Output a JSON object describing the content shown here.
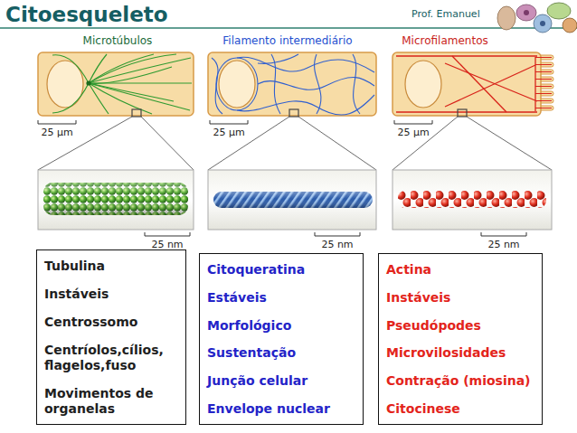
{
  "diagram": {
    "title": "Citoesqueleto",
    "nodes": [
      {
        "text": [
          "Tubulina",
          "Instáveis",
          "Centrossomo",
          "Centríolos,cílios, flagelos,fuso",
          "Movimentos de organelas"
        ]
      },
      {
        "text": [
          "Citoqueratina",
          "Estáveis",
          "Morfológico",
          "Sustentação",
          "Junção celular",
          "Envelope nuclear"
        ]
      },
      {
        "text": [
          "Actina",
          "Instáveis",
          "Pseudópodes",
          "Microvilosidades",
          "Contração (miosina)",
          "Citocinese"
        ]
      }
    ],
    "labels": [
      "Prof. Emanuel",
      "Microtúbulos",
      "Filamento intermediário",
      "Microfilamentos",
      "25 µm",
      "25 µm",
      "25 µm",
      "25 nm",
      "25 nm",
      "25 nm"
    ]
  }
}
